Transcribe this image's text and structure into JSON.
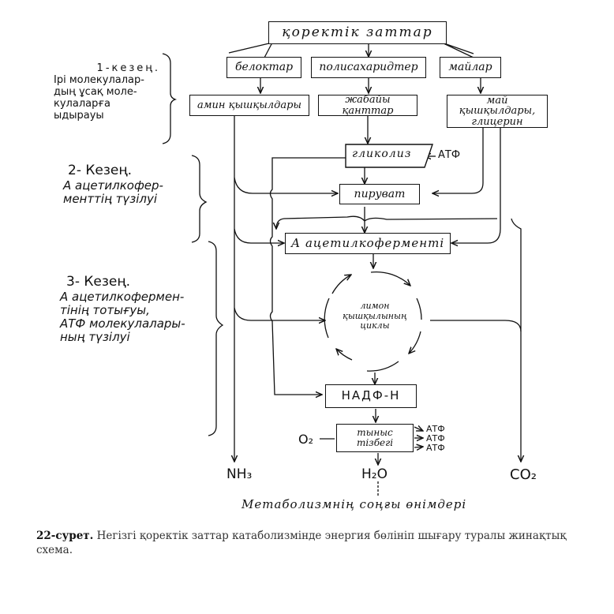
{
  "figure": {
    "number_label": "22-сурет.",
    "caption": "Негізгі қоректік заттар катаболизмінде энергия бөлініп шығару туралы жинақтық схема."
  },
  "stages": [
    {
      "title": "1-кезең.",
      "description": [
        "Ірі молекулалар-",
        "дың ұсақ моле-",
        "кулаларға",
        "ыдырауы"
      ]
    },
    {
      "title": "2- Кезең.",
      "description": [
        "А ацетилкофер-",
        "менттің түзілуі"
      ]
    },
    {
      "title": "3- Кезең.",
      "description": [
        "А ацетилкофермен-",
        "тінің тотығуы,",
        "АТФ молекулалары-",
        "ның түзілуі"
      ]
    }
  ],
  "nodes": {
    "nutrients": "қоректік заттар",
    "proteins": "белоктар",
    "polysaccharides": "полисахаридтер",
    "fats": "майлар",
    "amino_acids": "амин қышқылдары",
    "simple_sugars": "жабайы қанттар",
    "fatty_acids_glycerol": [
      "май қышқылдары,",
      "глицерин"
    ],
    "glycolysis": "гликолиз",
    "pyruvate": "пируват",
    "acetyl_coa": "А ацетилкоферменті",
    "citric_cycle": [
      "лимон",
      "қышқылының",
      "циклы"
    ],
    "nadh": "НАДФ-Н",
    "respiratory_chain": [
      "тыныс",
      "тізбегі"
    ]
  },
  "labels": {
    "atp_glycolysis": "АТФ",
    "atp_chain": [
      "АТФ",
      "АТФ",
      "АТФ"
    ],
    "oxygen": "O₂",
    "ammonia": "NH₃",
    "water": "H₂O",
    "carbon_dioxide": "CO₂",
    "end_products": "Метаболизмнің соңғы өнімдері"
  }
}
